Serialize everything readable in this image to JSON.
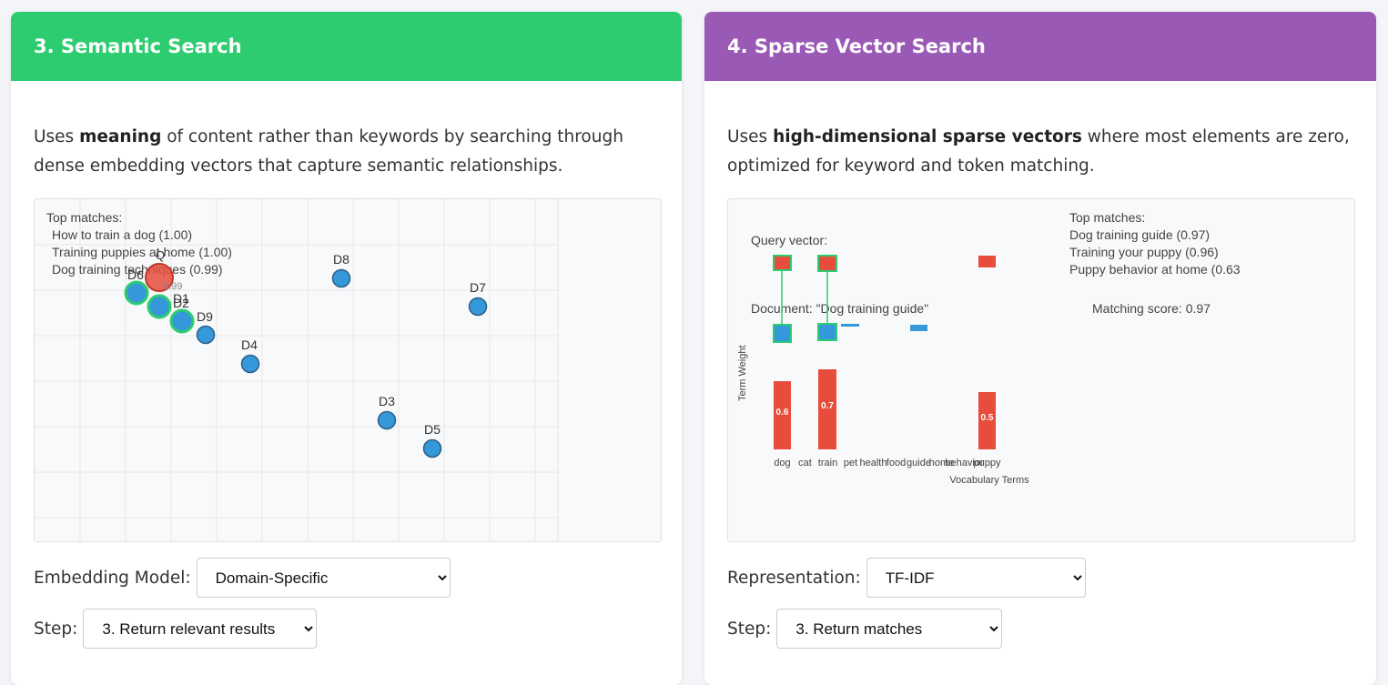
{
  "left": {
    "title": "3. Semantic Search",
    "header_color": "#2ecc71",
    "desc_pre": "Uses ",
    "desc_bold": "meaning",
    "desc_post": " of content rather than keywords by searching through dense embedding vectors that capture semantic relationships.",
    "viz": {
      "top_matches_title": "Top matches:",
      "top_matches": [
        "How to train a dog (1.00)",
        "Training puppies at home (1.00)",
        "Dog training techniques (0.99)"
      ],
      "query_label": "Q",
      "query_score": "0.99",
      "doc_labels": [
        "D6",
        "D1",
        "D2",
        "D9",
        "D8",
        "D7",
        "D4",
        "D3",
        "D5"
      ],
      "colors": {
        "doc": "#3498db",
        "match_ring": "#2ecc71",
        "query": "#e74c3c"
      }
    },
    "controls": {
      "model_label": "Embedding Model:",
      "model_value": "Domain-Specific",
      "step_label": "Step:",
      "step_value": "3. Return relevant results"
    }
  },
  "right": {
    "title": "4. Sparse Vector Search",
    "header_color": "#9b59b6",
    "desc_pre": "Uses ",
    "desc_bold": "high-dimensional sparse vectors",
    "desc_post": " where most elements are zero, optimized for keyword and token matching.",
    "viz": {
      "query_vector_label": "Query vector:",
      "document_label": "Document: \"Dog training guide\"",
      "top_matches_title": "Top matches:",
      "top_matches": [
        "Dog training guide (0.97)",
        "Training your puppy (0.96)",
        "Puppy behavior at home (0.63"
      ],
      "matching_score": "Matching score: 0.97",
      "y_axis_label": "Term Weight",
      "x_axis_label": "Vocabulary Terms",
      "vocab_terms": [
        "dog",
        "cat",
        "train",
        "pet",
        "health",
        "food",
        "guide",
        "home",
        "behavior",
        "puppy"
      ],
      "bar_values": [
        "0.6",
        "0.7",
        "0.5"
      ],
      "colors": {
        "query": "#e74c3c",
        "document": "#3498db",
        "link": "#2ecc71"
      }
    },
    "controls": {
      "rep_label": "Representation:",
      "rep_value": "TF-IDF",
      "step_label": "Step:",
      "step_value": "3. Return matches"
    }
  }
}
